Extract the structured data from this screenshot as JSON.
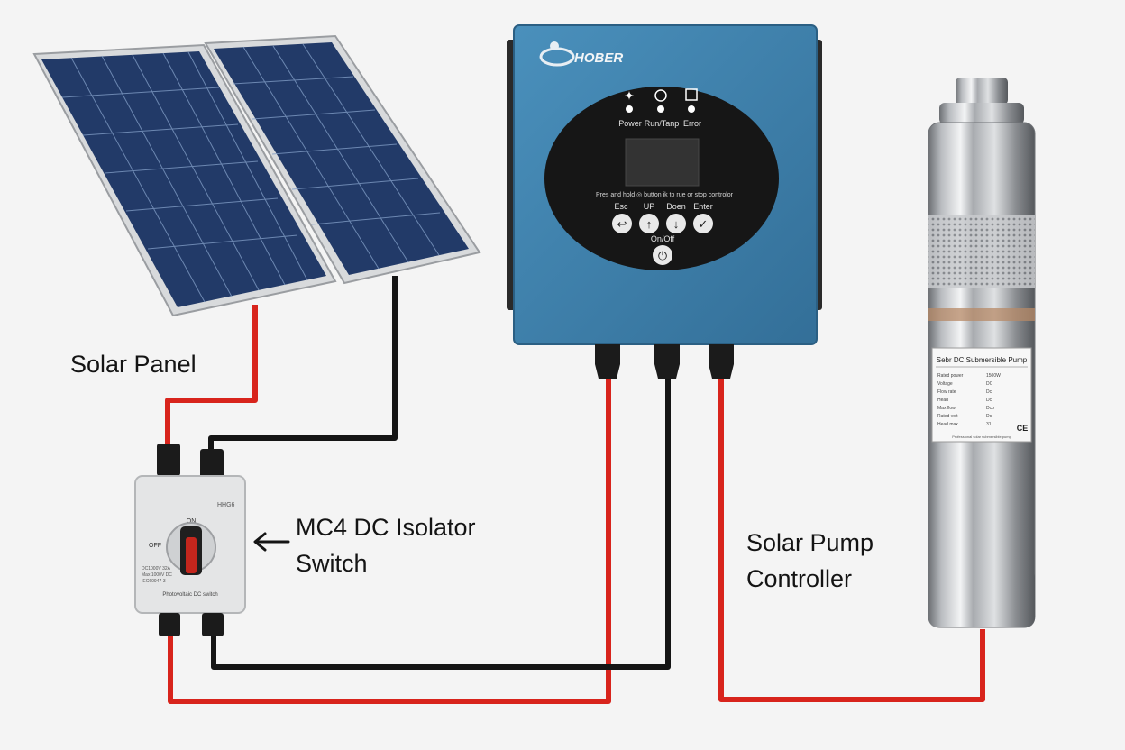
{
  "labels": {
    "solar_panel": "Solar Panel",
    "isolator_line1": "MC4 DC Isolator",
    "isolator_line2": "Switch",
    "controller_line1": "Solar Pump",
    "controller_line2": "Controller"
  },
  "controller": {
    "brand": "HOBER",
    "indicators": [
      "Power",
      "Run/Tanp",
      "Error"
    ],
    "instruction": "Pres and hold ◎ button ik to rue or stop controlor",
    "buttons": [
      "Esc",
      "UP",
      "Doen",
      "Enter"
    ],
    "power_button": "On/Off"
  },
  "isolator": {
    "brand_mark": "HHG6",
    "on_mark": "ON",
    "off_mark": "OFF",
    "spec_lines": [
      "DC1000V 32A",
      "Max 1000V DC",
      "IEC60947-3"
    ],
    "footer_text": "Photovoltaic DC switch"
  },
  "pump": {
    "nameplate_title": "Sebr DC Submersible Pump",
    "spec_rows": [
      [
        "Rated power",
        "1500W"
      ],
      [
        "Voltage",
        "DC"
      ],
      [
        "Flow rate",
        "Dc"
      ],
      [
        "Head",
        "Dc"
      ],
      [
        "Max flow",
        "Dcb"
      ],
      [
        "Rated volt",
        "Dc"
      ],
      [
        "Head max",
        "31"
      ]
    ],
    "ce_mark": "CE",
    "footer_text": "Professional solar submersible pump"
  },
  "colors": {
    "wire_positive": "#d8241c",
    "wire_negative": "#151515",
    "controller_body": "#3c82ae",
    "controller_panel": "#161616",
    "solar_cell": "#223a68"
  }
}
